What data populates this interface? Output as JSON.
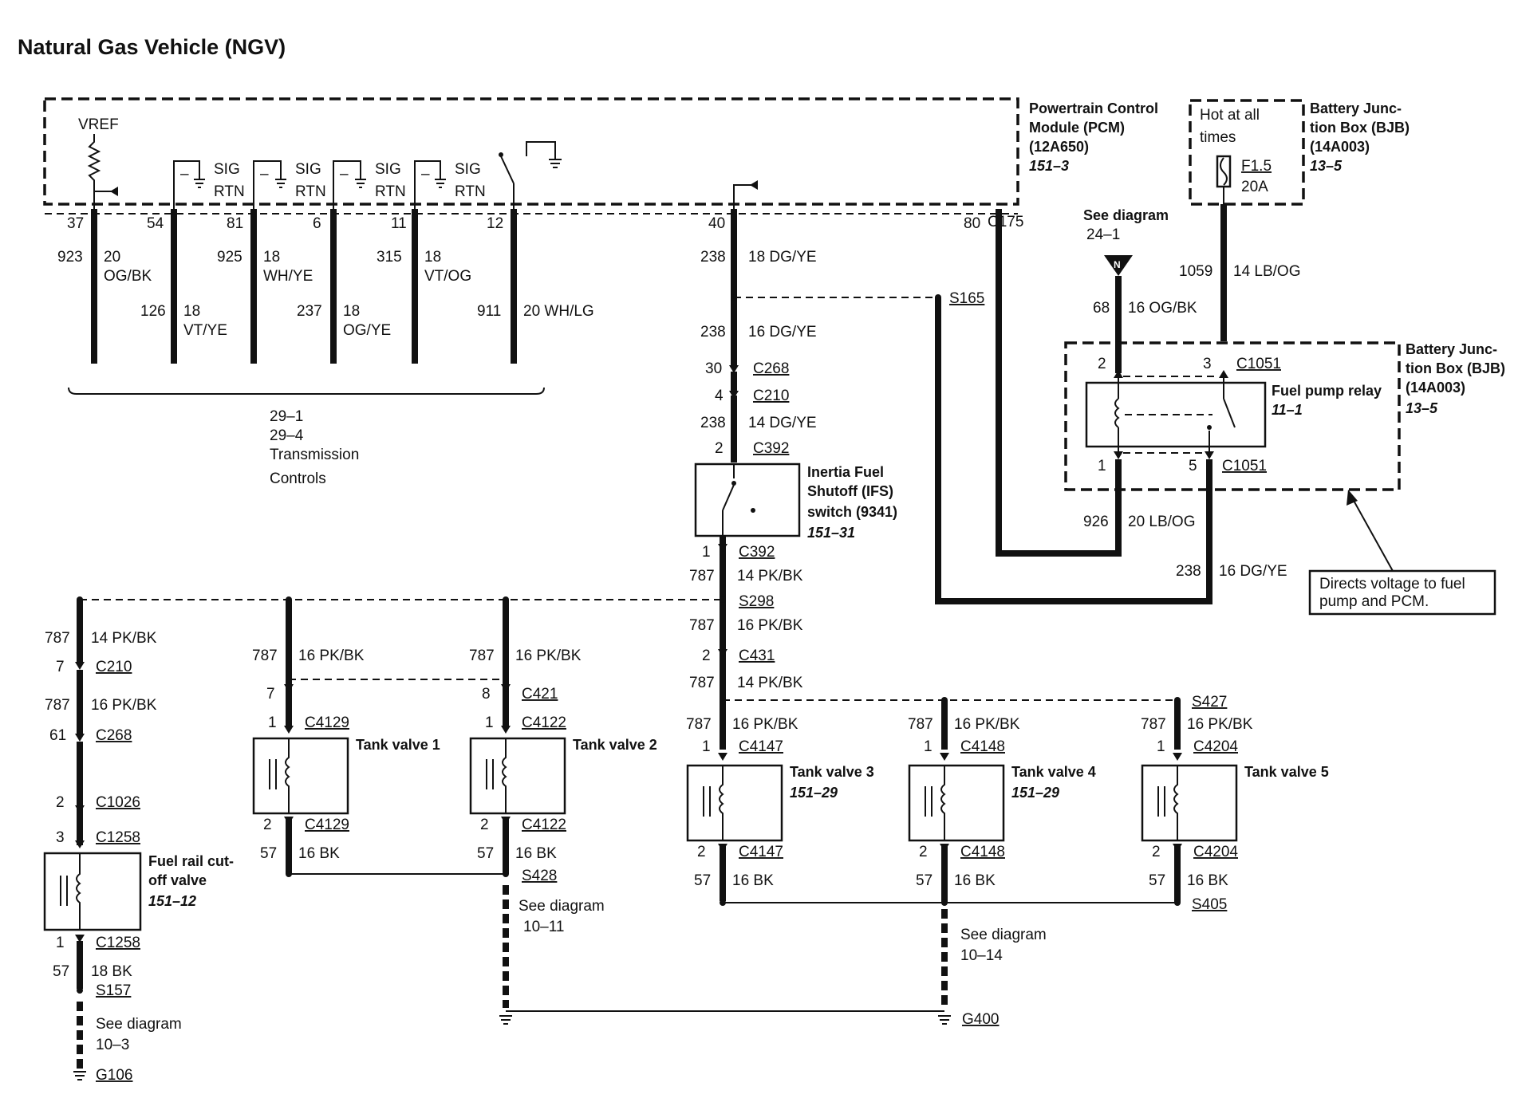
{
  "title": "Natural Gas Vehicle (NGV)",
  "pcm": {
    "label": [
      "Powertrain Control",
      "Module (PCM)",
      "(12A650)"
    ],
    "ref": "151–3",
    "vref": "VREF",
    "sig": "SIG",
    "rtn": "RTN"
  },
  "bjb_top": {
    "label": [
      "Battery Junc-",
      "tion Box (BJB)",
      "(14A003)"
    ],
    "ref": "13–5",
    "hot": [
      "Hot at all",
      "times"
    ],
    "fuse": "F1.5",
    "amps": "20A"
  },
  "bjb_mid": {
    "label": [
      "Battery Junc-",
      "tion Box (BJB)",
      "(14A003)"
    ],
    "ref": "13–5",
    "relay": "Fuel pump relay",
    "relay_ref": "11–1"
  },
  "note": [
    "Directs voltage to fuel",
    "pump and PCM."
  ],
  "trans": [
    "29–1",
    "29–4",
    "Transmission",
    "Controls"
  ],
  "ifs": {
    "label": [
      "Inertia Fuel",
      "Shutoff (IFS)",
      "switch (9341)"
    ],
    "ref": "151–31"
  },
  "see_n": [
    "See diagram",
    "24–1"
  ],
  "n_mark": "N",
  "pins": {
    "p37": "37",
    "p54": "54",
    "p81": "81",
    "p6": "6",
    "p11": "11",
    "p12": "12",
    "p40": "40",
    "p80": "80"
  },
  "wires_pcm": {
    "c923": "923",
    "w923": [
      "20",
      "OG/BK"
    ],
    "c126": "126",
    "w126": [
      "18",
      "VT/YE"
    ],
    "c925": "925",
    "w925": [
      "18",
      "WH/YE"
    ],
    "c237": "237",
    "w237": [
      "18",
      "OG/YE"
    ],
    "c315": "315",
    "w315": [
      "18",
      "VT/OG"
    ],
    "c911": "911",
    "w911": "20 WH/LG"
  },
  "center": {
    "c238a": "238",
    "w238a": "18 DG/YE",
    "c238b": "238",
    "w238b": "16 DG/YE",
    "p30": "30",
    "conn_c268": "C268",
    "p4": "4",
    "conn_c210": "C210",
    "c238c": "238",
    "w238c": "14 DG/YE",
    "p2": "2",
    "conn_c392a": "C392",
    "p1": "1",
    "conn_c392b": "C392",
    "c787a": "787",
    "w787a": "14 PK/BK",
    "s298": "S298",
    "c787b": "787",
    "w787b": "16 PK/BK",
    "p2b": "2",
    "conn_c431": "C431",
    "c787c": "787",
    "w787c": "14 PK/BK",
    "s165": "S165",
    "c175": "C175"
  },
  "right": {
    "c68": "68",
    "w68": "16 OG/BK",
    "c1059": "1059",
    "w1059": "14 LB/OG",
    "p2": "2",
    "p3": "3",
    "conn_top": "C1051",
    "p1": "1",
    "p5": "5",
    "conn_bot": "C1051",
    "c926": "926",
    "w926": "20 LB/OG",
    "c238": "238",
    "w238": "16 DG/YE"
  },
  "left": {
    "c787a": "787",
    "w787a": "14 PK/BK",
    "p7": "7",
    "conn_c210": "C210",
    "c787b": "787",
    "w787b": "16 PK/BK",
    "p61": "61",
    "conn_c268": "C268",
    "p2": "2",
    "conn_c1026": "C1026",
    "p3": "3",
    "conn_c1258a": "C1258",
    "valve": [
      "Fuel rail cut-",
      "off valve"
    ],
    "valve_ref": "151–12",
    "p1": "1",
    "conn_c1258b": "C1258",
    "c57": "57",
    "w57": "18 BK",
    "s157": "S157",
    "see": [
      "See diagram",
      "10–3"
    ],
    "g106": "G106"
  },
  "tv1": {
    "c787": "787",
    "w787": "16 PK/BK",
    "p7": "7",
    "p1": "1",
    "conn_top": "C4129",
    "label": "Tank valve 1",
    "p2": "2",
    "conn_bot": "C4129",
    "c57": "57",
    "w57": "16 BK"
  },
  "tv2": {
    "c787": "787",
    "w787": "16 PK/BK",
    "p8": "8",
    "conn_c421": "C421",
    "p1": "1",
    "conn_top": "C4122",
    "label": "Tank valve 2",
    "p2": "2",
    "conn_bot": "C4122",
    "c57": "57",
    "w57": "16 BK",
    "s428": "S428",
    "see": [
      "See diagram",
      "10–11"
    ]
  },
  "tv3": {
    "c787": "787",
    "w787": "16 PK/BK",
    "p1": "1",
    "conn_top": "C4147",
    "label": "Tank valve 3",
    "ref": "151–29",
    "p2": "2",
    "conn_bot": "C4147",
    "c57": "57",
    "w57": "16 BK"
  },
  "tv4": {
    "c787": "787",
    "w787": "16 PK/BK",
    "p1": "1",
    "conn_top": "C4148",
    "label": "Tank valve 4",
    "ref": "151–29",
    "p2": "2",
    "conn_bot": "C4148",
    "c57": "57",
    "w57": "16 BK",
    "see": [
      "See diagram",
      "10–14"
    ],
    "g400": "G400"
  },
  "tv5": {
    "s427": "S427",
    "c787": "787",
    "w787": "16 PK/BK",
    "p1": "1",
    "conn_top": "C4204",
    "label": "Tank valve 5",
    "p2": "2",
    "conn_bot": "C4204",
    "c57": "57",
    "w57": "16 BK",
    "s405": "S405"
  }
}
